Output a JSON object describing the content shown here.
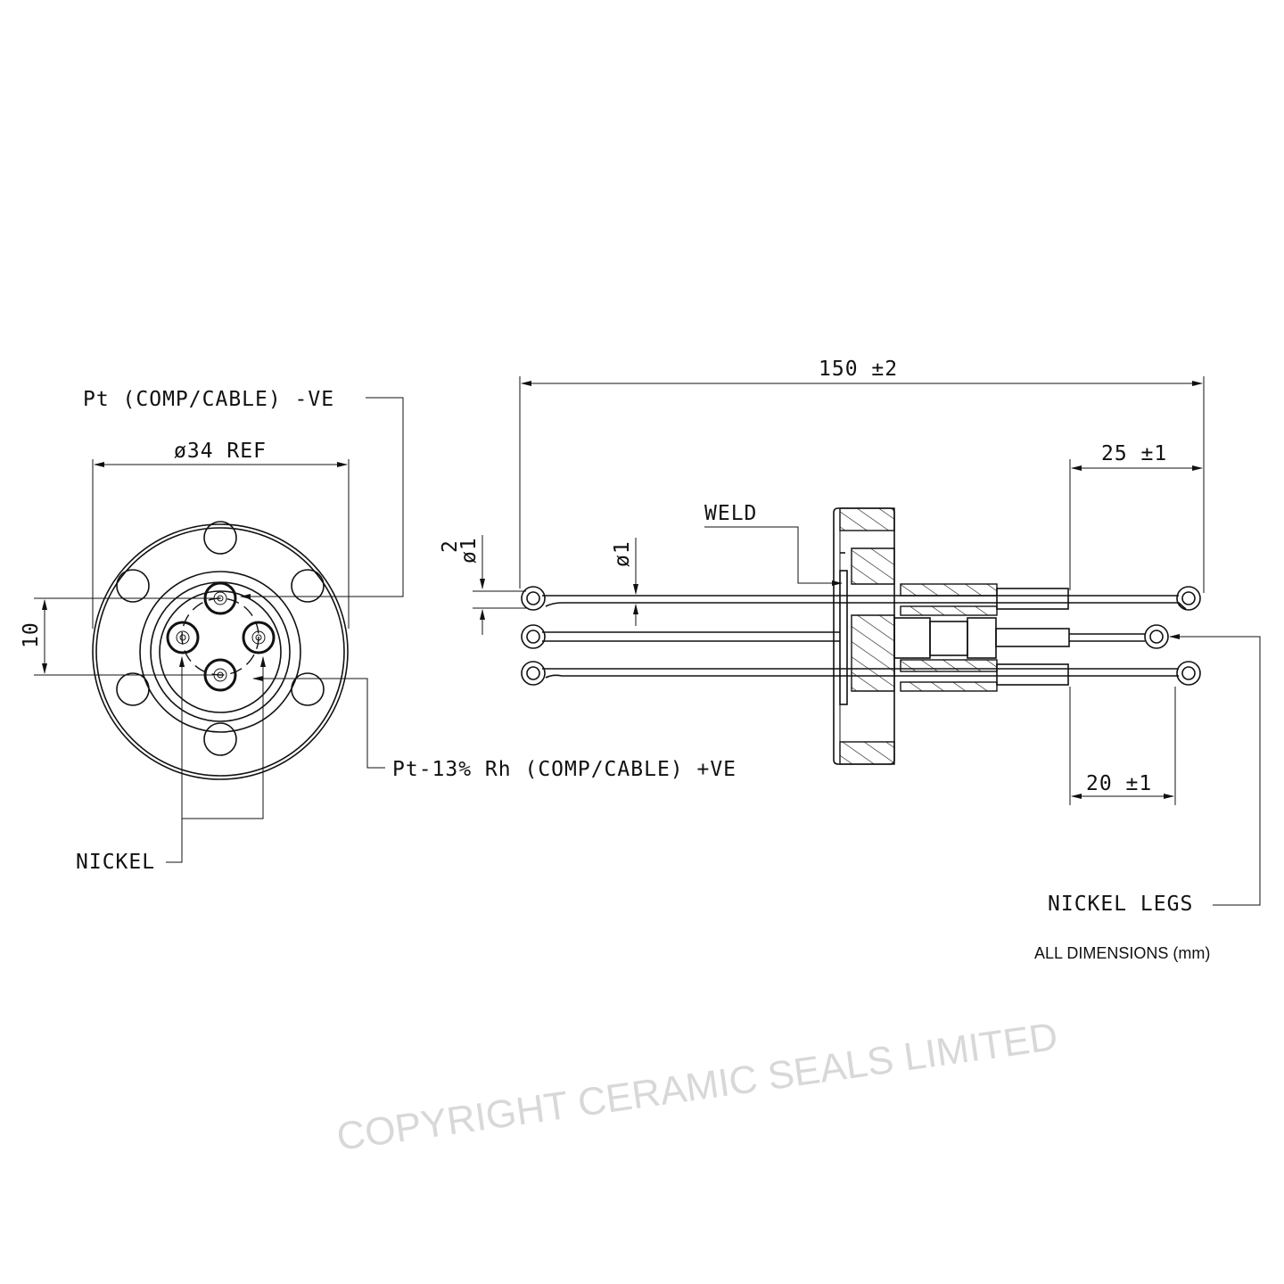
{
  "end_view": {
    "label_negative": "Pt (COMP/CABLE) -VE",
    "label_positive": "Pt-13% Rh (COMP/CABLE) +VE",
    "label_nickel": "NICKEL",
    "dim_diameter": "ø34 REF",
    "dim_pin_spacing": "10"
  },
  "side_view": {
    "dim_overall": "150 ±2",
    "dim_leg_top": "25 ±1",
    "dim_leg_bottom": "20 ±1",
    "dim_eyelet_inner": "2",
    "dim_eyelet_wire": "ø1",
    "dim_wire": "ø1",
    "label_weld": "WELD",
    "label_nickel_legs": "NICKEL LEGS"
  },
  "watermark": "COPYRIGHT CERAMIC SEALS LIMITED",
  "footer_note": "ALL DIMENSIONS (mm)"
}
